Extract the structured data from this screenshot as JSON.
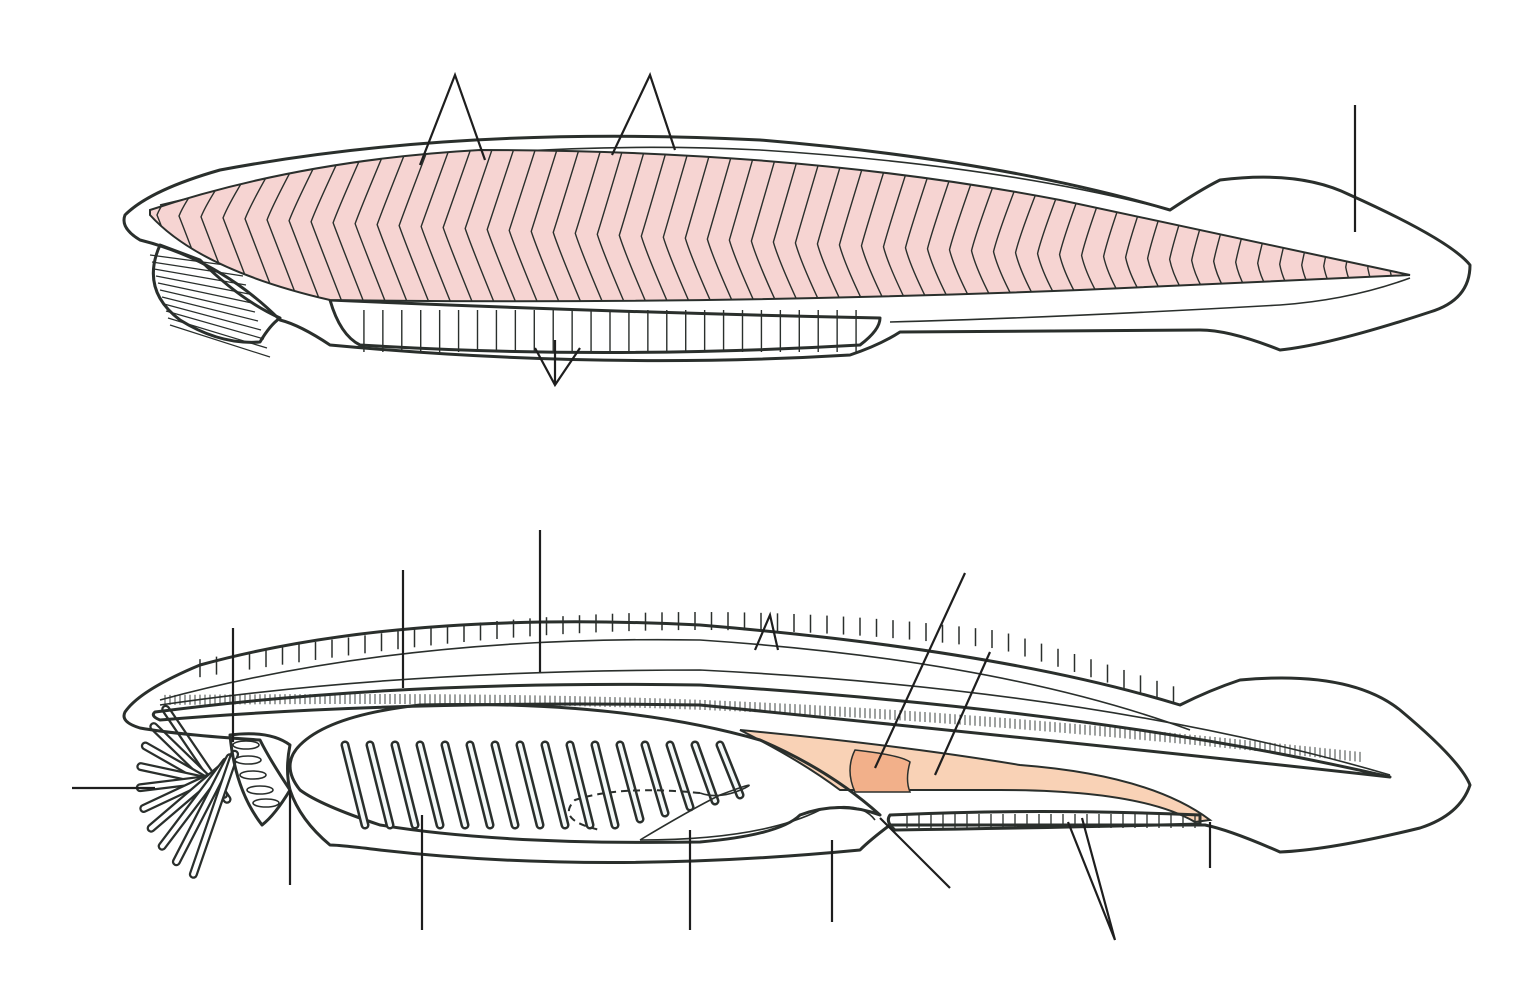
{
  "colors": {
    "outline": "#2a2f2c",
    "myomere_fill": "#f6d4d2",
    "body_fill": "#fdfdfb",
    "pharynx_fill": "#f3f8f8",
    "gut_fill": "#f9d2b6",
    "gut_dark": "#f2b08a"
  },
  "top_figure": {
    "myomere_count": 58,
    "gonad_count": 28
  },
  "bottom_figure": {
    "gill_slit_count": 16,
    "fin_ray_count": 60,
    "oral_cirri_count": 10
  }
}
